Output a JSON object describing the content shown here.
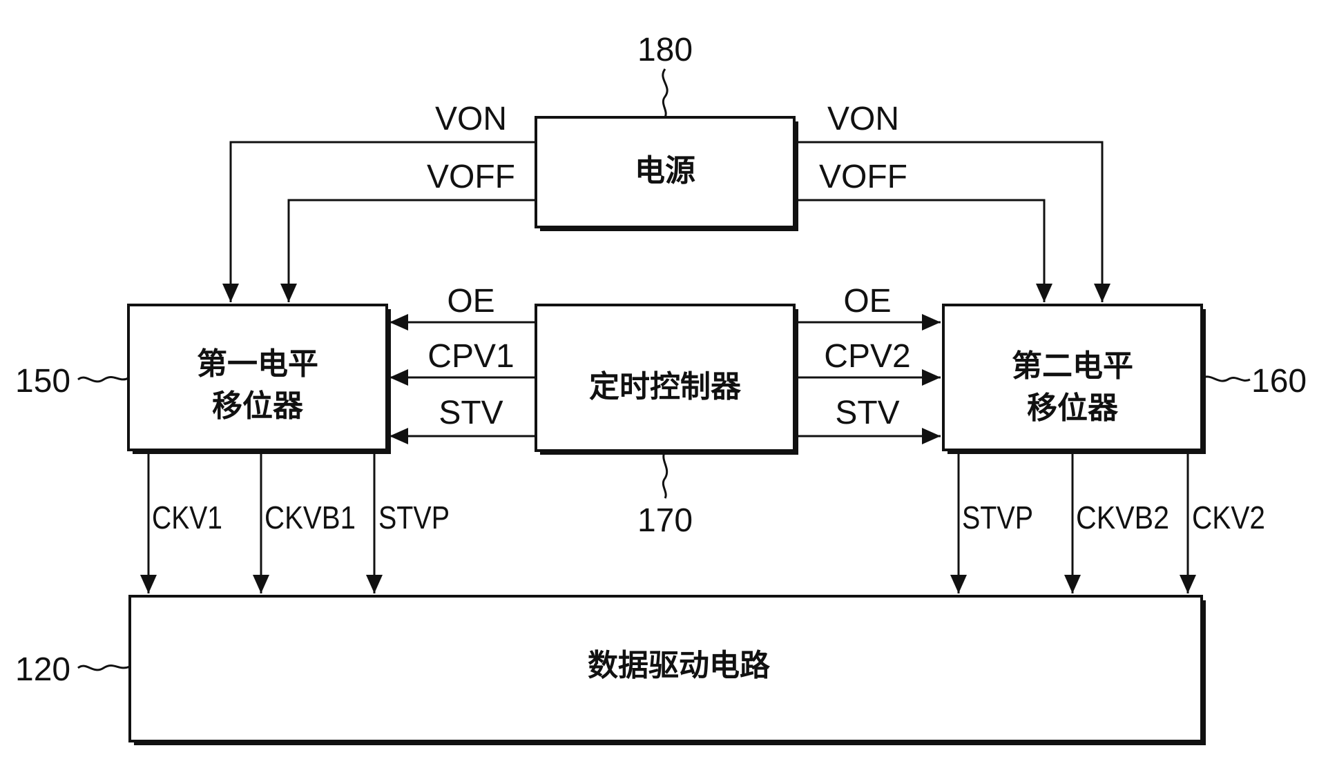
{
  "blocks": {
    "power": {
      "label": "电源",
      "ref": "180"
    },
    "timing": {
      "label": "定时控制器",
      "ref": "170"
    },
    "shifter1": {
      "line1": "第一电平",
      "line2": "移位器",
      "ref": "150"
    },
    "shifter2": {
      "line1": "第二电平",
      "line2": "移位器",
      "ref": "160"
    },
    "data_driver": {
      "label": "数据驱动电路",
      "ref": "120"
    }
  },
  "signals": {
    "left_von": "VON",
    "left_voff": "VOFF",
    "right_von": "VON",
    "right_voff": "VOFF",
    "left_oe": "OE",
    "left_cpv": "CPV1",
    "left_stv": "STV",
    "right_oe": "OE",
    "right_cpv": "CPV2",
    "right_stv": "STV",
    "ckv1": "CKV1",
    "ckvb1": "CKVB1",
    "stvp_left": "STVP",
    "stvp_right": "STVP",
    "ckvb2": "CKVB2",
    "ckv2": "CKV2"
  }
}
